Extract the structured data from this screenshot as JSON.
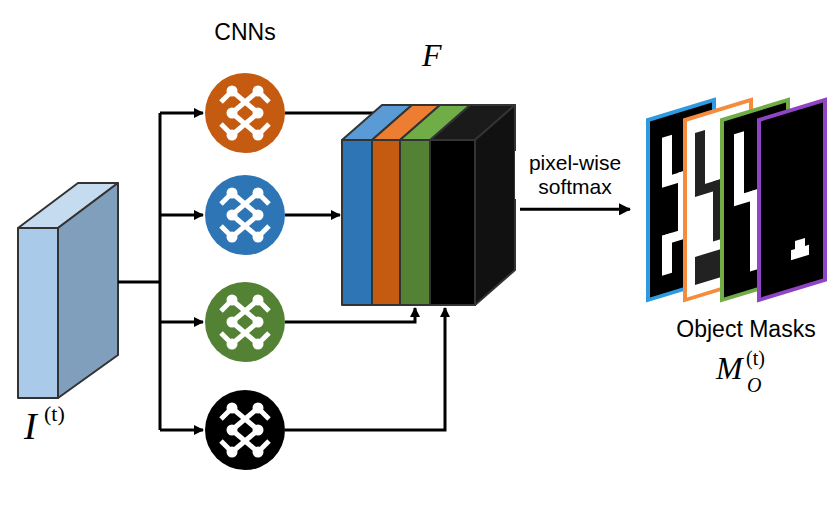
{
  "diagram": {
    "nodes": [
      {
        "text": [
          "I",
          "(t)"
        ]
      },
      {
        "text": [
          "F"
        ]
      },
      {
        "text": [
          "Object Masks",
          "M",
          "(t)",
          "O"
        ]
      }
    ],
    "edges": [
      {
        "from": 1,
        "to": 2,
        "label": "pixel-wise softmax",
        "arrow": "to"
      }
    ],
    "labels": [
      "CNNs"
    ]
  }
}
